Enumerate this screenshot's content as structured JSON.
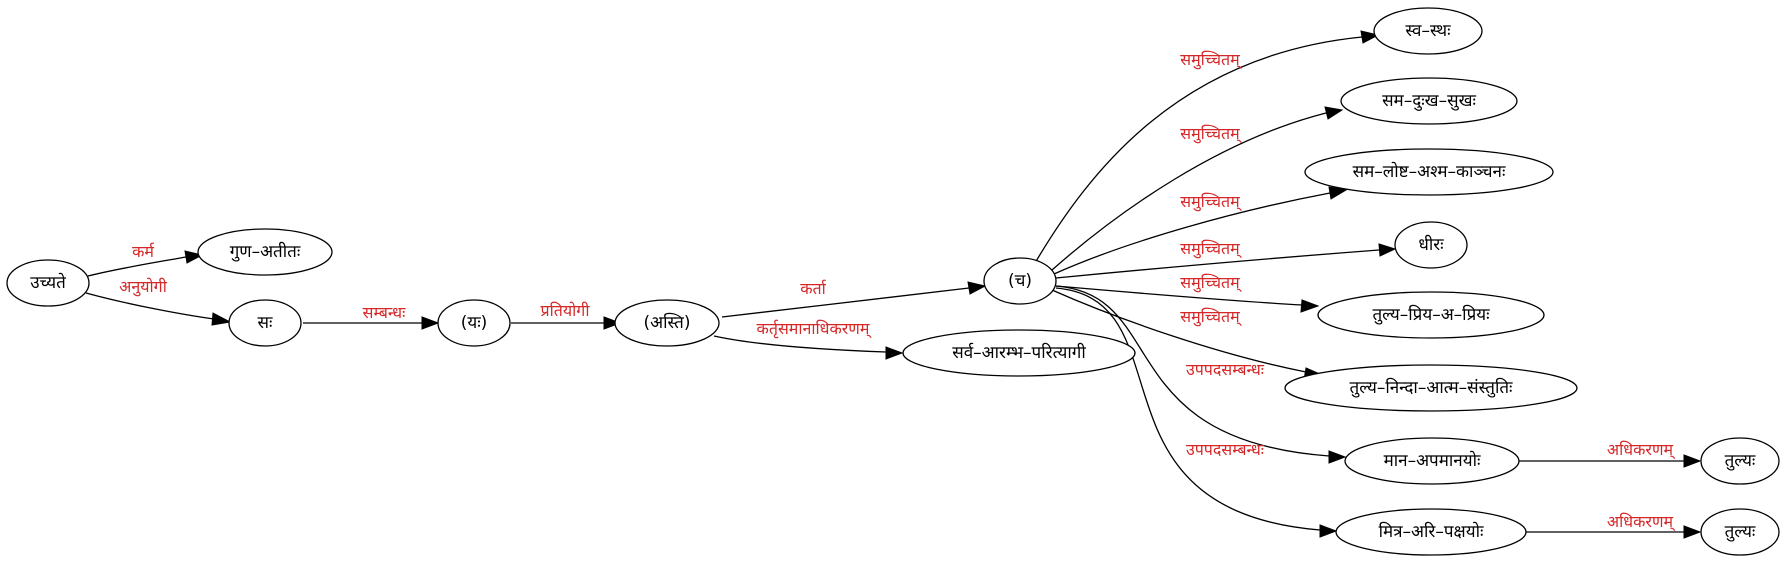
{
  "nodes": {
    "n_uchyate": "उच्यते",
    "n_guna": "गुण–अतीतः",
    "n_sah": "सः",
    "n_yah": "(यः)",
    "n_asti": "(अस्ति)",
    "n_ca": "(च)",
    "n_sarva": "सर्व–आरम्भ–परित्यागी",
    "n_svastha": "स्व–स्थः",
    "n_samduhkha": "सम–दुःख–सुखः",
    "n_samlosta": "सम–लोष्ट–अश्म–काञ्चनः",
    "n_dhira": "धीरः",
    "n_tulyapriya": "तुल्य–प्रिय–अ–प्रियः",
    "n_tulyaninda": "तुल्य–निन्दा–आत्म–संस्तुतिः",
    "n_mana": "मान–अपमानयोः",
    "n_mitra": "मित्र–अरि–पक्षयोः",
    "n_tulya1": "तुल्यः",
    "n_tulya2": "तुल्यः"
  },
  "edges": {
    "e_karma": "कर्म",
    "e_anuyogi": "अनुयोगी",
    "e_sambandha": "सम्बन्धः",
    "e_pratiyogi": "प्रतियोगी",
    "e_karta": "कर्ता",
    "e_kartrsamana": "कर्तृसमानाधिकरणम्",
    "e_samuc1": "समुच्चितम्",
    "e_samuc2": "समुच्चितम्",
    "e_samuc3": "समुच्चितम्",
    "e_samuc4": "समुच्चितम्",
    "e_samuc5": "समुच्चितम्",
    "e_samuc6": "समुच्चितम्",
    "e_upapada1": "उपपदसम्बन्धः",
    "e_upapada2": "उपपदसम्बन्धः",
    "e_adhikarana1": "अधिकरणम्",
    "e_adhikarana2": "अधिकरणम्"
  }
}
